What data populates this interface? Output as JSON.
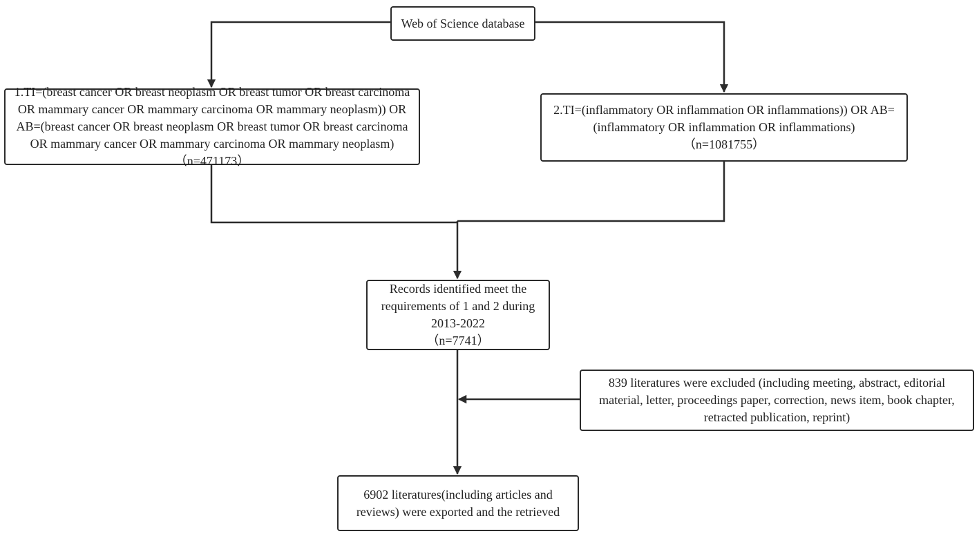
{
  "flowchart": {
    "source": {
      "label": "Web of Science database"
    },
    "query1": {
      "lines": [
        "1.TI=(breast cancer OR breast neoplasm OR breast tumor OR breast carcinoma",
        "OR mammary cancer OR mammary carcinoma OR mammary neoplasm)) OR",
        "AB=(breast cancer OR breast neoplasm OR breast tumor OR breast carcinoma",
        "OR mammary cancer OR mammary carcinoma OR mammary neoplasm)",
        "（n=471173）"
      ]
    },
    "query2": {
      "lines": [
        "2.TI=(inflammatory OR inflammation OR inflammations)) OR AB=",
        "(inflammatory OR inflammation OR inflammations)",
        "（n=1081755）"
      ]
    },
    "combined": {
      "lines": [
        "Records identified meet the",
        "requirements of 1 and 2 during",
        "2013-2022",
        "（n=7741）"
      ]
    },
    "excluded": {
      "lines": [
        "839 literatures were excluded (including meeting, abstract, editorial",
        "material, letter, proceedings paper, correction, news item, book chapter,",
        "retracted publication, reprint)"
      ]
    },
    "final": {
      "lines": [
        "6902 literatures(including articles and",
        "reviews) were exported and the retrieved"
      ]
    }
  },
  "colors": {
    "stroke": "#2b2b2b",
    "background": "#ffffff",
    "text": "#222222"
  }
}
